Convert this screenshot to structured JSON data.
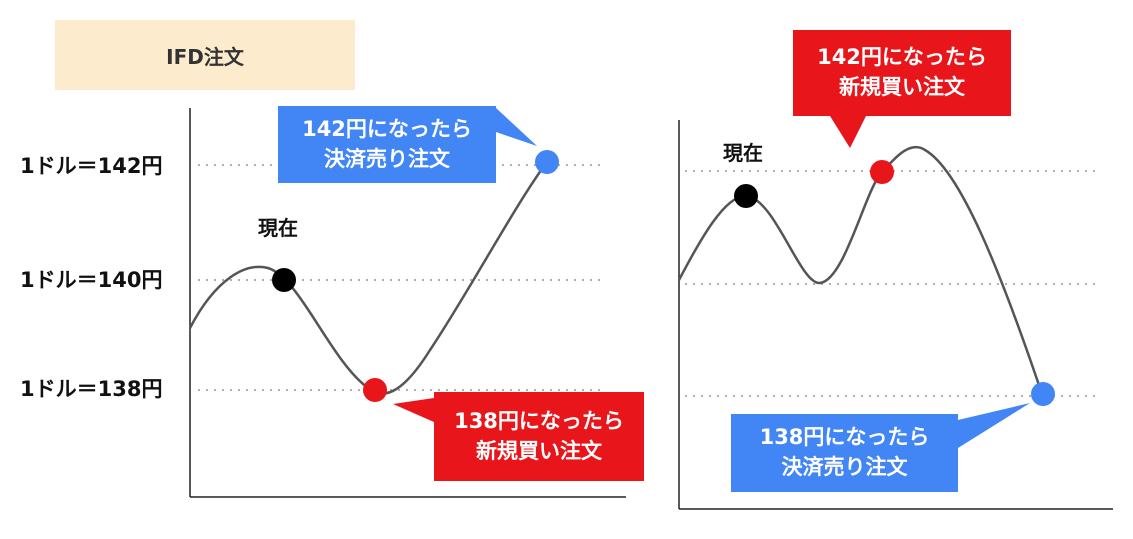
{
  "title": "IFD注文",
  "left_panel": {
    "price_labels": [
      "1ドル＝142円",
      "1ドル＝140円",
      "1ドル＝138円"
    ],
    "current_label": "現在",
    "callout_close": {
      "line1": "142円になったら",
      "line2": "決済売り注文",
      "color": "#4285f4"
    },
    "callout_entry": {
      "line1": "138円になったら",
      "line2": "新規買い注文",
      "color": "#e8151b"
    }
  },
  "right_panel": {
    "current_label": "現在",
    "callout_entry": {
      "line1": "142円になったら",
      "line2": "新規買い注文",
      "color": "#e8151b"
    },
    "callout_close": {
      "line1": "138円になったら",
      "line2": "決済売り注文",
      "color": "#4285f4"
    }
  },
  "colors": {
    "title_bg": "#fcebcd",
    "curve": "#555555",
    "grid": "#b0b0b0",
    "current_marker": "#000000",
    "buy_marker": "#e8151b",
    "sell_marker": "#4285f4"
  }
}
